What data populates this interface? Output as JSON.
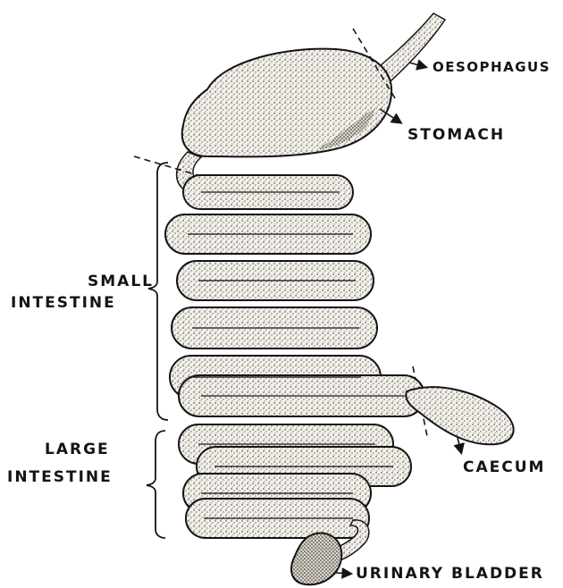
{
  "diagram": {
    "labels": {
      "oesophagus": "OESOPHAGUS",
      "stomach": "STOMACH",
      "small_intestine_line1": "SMALL",
      "small_intestine_line2": "INTESTINE",
      "large_intestine_line1": "LARGE",
      "large_intestine_line2": "INTESTINE",
      "caecum": "CAECUM",
      "urinary_bladder": "URINARY BLADDER"
    },
    "colors": {
      "ink": "#141414",
      "organ_fill": "#f4f1ea",
      "stipple": "#2a2a2a",
      "paper": "#ffffff"
    }
  }
}
